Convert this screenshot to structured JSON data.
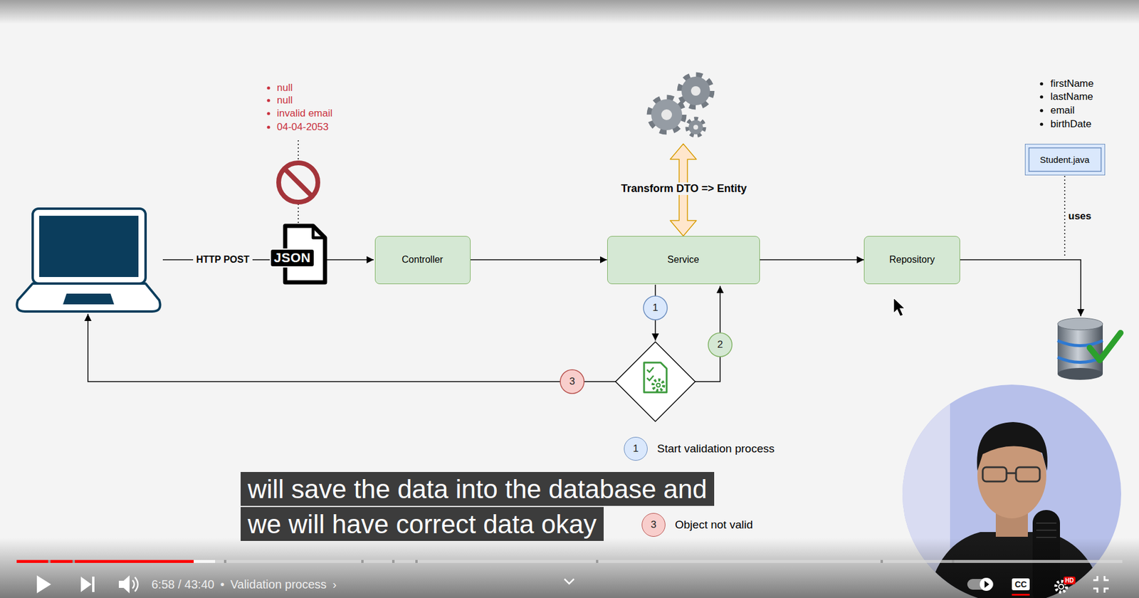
{
  "diagram": {
    "nodes": [
      {
        "text": [
          "Controller"
        ]
      },
      {
        "text": [
          "Service"
        ]
      },
      {
        "text": [
          "Repository"
        ]
      },
      {
        "text": [
          "Student.java"
        ]
      }
    ],
    "edges": [
      {
        "from": 0,
        "to": 1,
        "arrow": "to"
      },
      {
        "from": 1,
        "to": 2,
        "arrow": "to"
      }
    ],
    "labels": [
      "null",
      "null",
      "invalid email",
      "04-04-2053",
      "HTTP POST",
      "JSON",
      "Transform DTO => Entity",
      "firstName",
      "lastName",
      "email",
      "birthDate",
      "uses",
      "1",
      "2",
      "3",
      "1",
      "3",
      "will save the data into the database and we will have correct data okay",
      "6:58 / 43:40",
      "•",
      "Validation process",
      "›",
      "CC",
      "HD"
    ],
    "legend": [
      {
        "text": "Start validation process",
        "color": "#dae8fc"
      },
      {
        "text": "Object not valid",
        "color": "#f8cecc"
      }
    ]
  }
}
